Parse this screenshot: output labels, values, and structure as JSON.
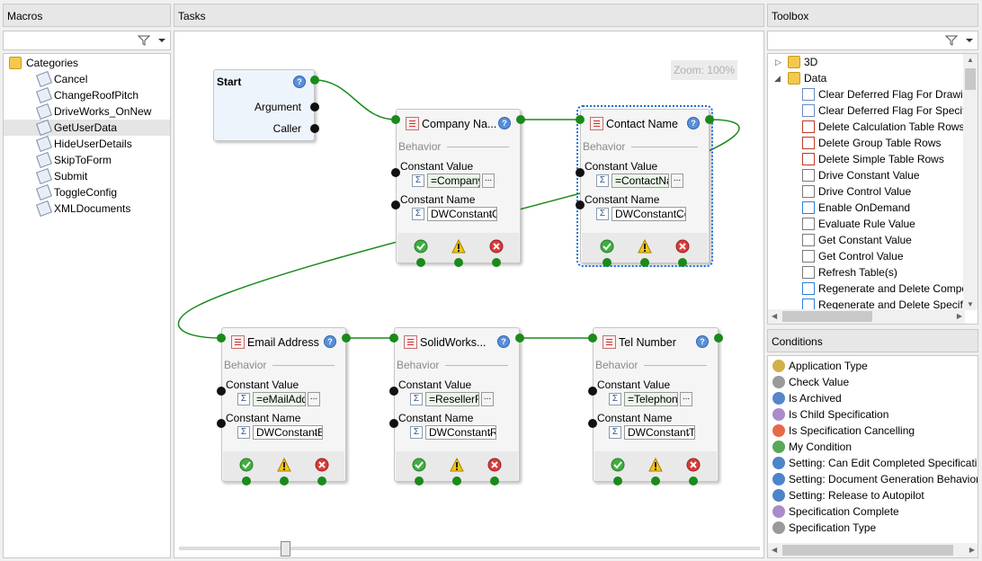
{
  "macros": {
    "title": "Macros",
    "category": "Categories",
    "items": [
      "Cancel",
      "ChangeRoofPitch",
      "DriveWorks_OnNew",
      "GetUserData",
      "HideUserDetails",
      "SkipToForm",
      "Submit",
      "ToggleConfig",
      "XMLDocuments"
    ],
    "selected": "GetUserData"
  },
  "tasks": {
    "title": "Tasks",
    "zoom": "Zoom: 100%",
    "start": {
      "title": "Start",
      "argument": "Argument",
      "caller": "Caller"
    },
    "behavior": "Behavior",
    "constant_value_label": "Constant Value",
    "constant_name_label": "Constant Name",
    "nodes": [
      {
        "title": "Company Na...",
        "value": "=CompanyNar",
        "name": "DWConstantCc"
      },
      {
        "title": "Contact Name",
        "value": "=ContactNam",
        "name": "DWConstantCc"
      },
      {
        "title": "Email Address",
        "value": "=eMailAddress",
        "name": "DWConstantEr"
      },
      {
        "title": "SolidWorks...",
        "value": "=ResellerRetur",
        "name": "DWConstantRe"
      },
      {
        "title": "Tel Number",
        "value": "=TelephoneNu",
        "name": "DWConstantTe"
      }
    ]
  },
  "toolbox": {
    "title": "Toolbox",
    "groups": [
      "3D",
      "Data"
    ],
    "items": [
      "Clear Deferred Flag For Drawin",
      "Clear Deferred Flag For Specific",
      "Delete Calculation Table Rows",
      "Delete Group Table Rows",
      "Delete Simple Table Rows",
      "Drive Constant Value",
      "Drive Control Value",
      "Enable OnDemand",
      "Evaluate Rule Value",
      "Get Constant Value",
      "Get Control Value",
      "Refresh Table(s)",
      "Regenerate and Delete Compo",
      "Regenerate and Delete Specific"
    ]
  },
  "conditions": {
    "title": "Conditions",
    "items": [
      "Application Type",
      "Check Value",
      "Is Archived",
      "Is Child Specification",
      "Is Specification Cancelling",
      "My Condition",
      "Setting: Can Edit Completed Specificatio",
      "Setting: Document Generation Behavior",
      "Setting: Release to Autopilot",
      "Specification Complete",
      "Specification Type"
    ]
  },
  "colors": {
    "accent": "#1a8a1a",
    "selection": "#1e6fd1"
  }
}
